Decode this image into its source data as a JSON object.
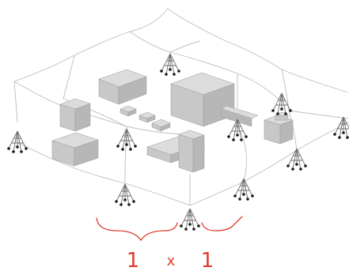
{
  "dimension": {
    "left": "1",
    "separator": "x",
    "right": "1",
    "color": "#e03b2b"
  }
}
